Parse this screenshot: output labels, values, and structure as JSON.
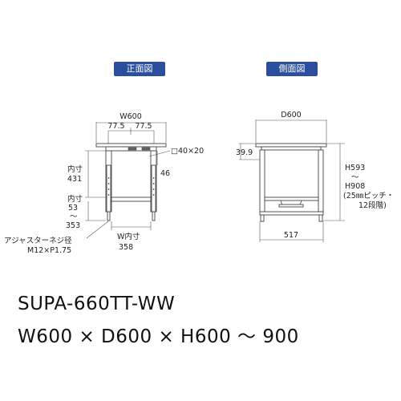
{
  "views": {
    "front_label": "正面図",
    "side_label": "側面図"
  },
  "front": {
    "width": "W600",
    "offset_left": "77.5",
    "offset_right": "77.5",
    "frame": "□40×20",
    "leg_dim": "46",
    "inner_h_label": "内寸",
    "inner_h_value": "431",
    "inner_h2_label": "内寸",
    "inner_h2_value": "53",
    "tilde": "～",
    "inner_h2_value2": "353",
    "adjuster_label": "アジャスターネジ径",
    "adjuster_value": "M12×P1.75",
    "inner_w_label": "W内寸",
    "inner_w_value": "358"
  },
  "side": {
    "depth": "D600",
    "top_thickness": "39.9",
    "h_min": "H593",
    "tilde": "～",
    "h_max": "H908",
    "pitch_1": "(25㎜ピッチ・",
    "pitch_2": "12段階)",
    "base_depth": "517"
  },
  "product": {
    "model": "SUPA-660TT-WW",
    "size": "W600 × D600 × H600 ～ 900"
  },
  "colors": {
    "badge": "#2b4f9e",
    "line": "#444444"
  }
}
